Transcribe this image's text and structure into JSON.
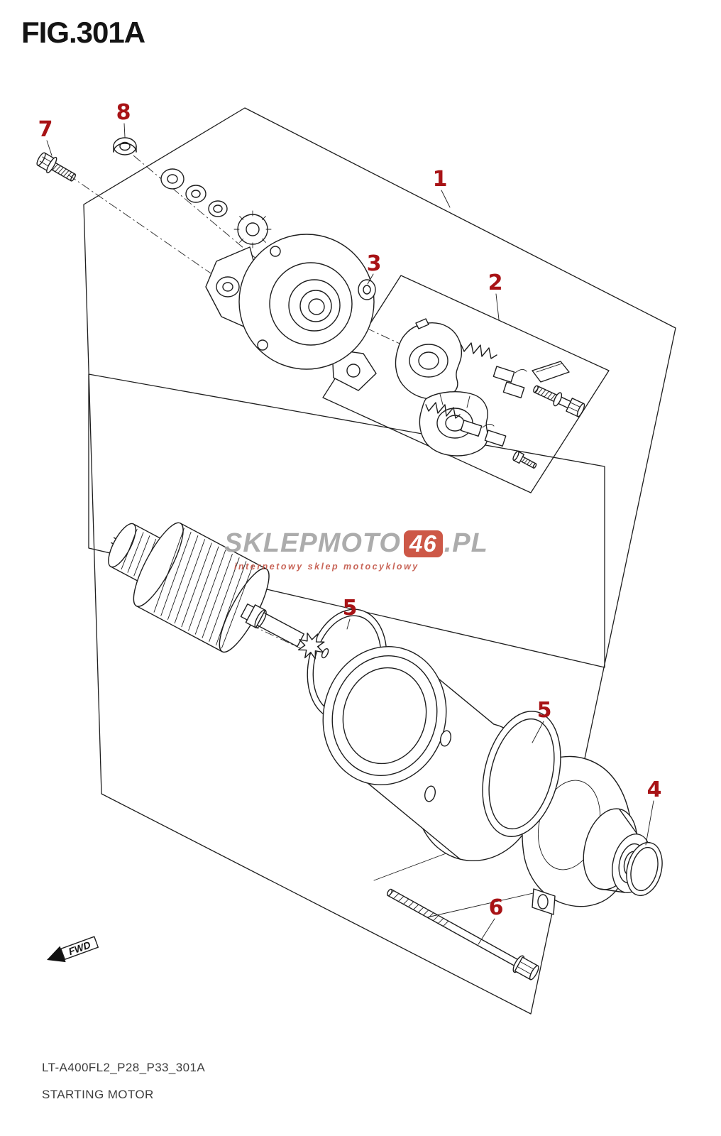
{
  "figure": {
    "title": "FIG.301A",
    "doc_code": "LT-A400FL2_P28_P33_301A",
    "part_name": "STARTING MOTOR",
    "fwd_label": "FWD"
  },
  "watermark": {
    "brand_prefix": "SKLEPMOTO",
    "brand_number": "46",
    "brand_suffix": ".PL",
    "tagline": "internetowy sklep motocyklowy"
  },
  "callouts": [
    {
      "label": "1"
    },
    {
      "label": "2"
    },
    {
      "label": "3"
    },
    {
      "label": "4"
    },
    {
      "label": "5"
    },
    {
      "label": "5"
    },
    {
      "label": "6"
    },
    {
      "label": "7"
    },
    {
      "label": "8"
    }
  ],
  "colors": {
    "callout_red": "#a81316",
    "line": "#1e1e1e",
    "watermark_gray": "#a6a6a6",
    "watermark_red": "#c94a38"
  }
}
